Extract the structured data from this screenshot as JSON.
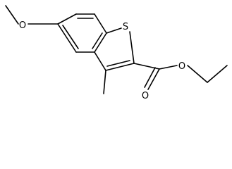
{
  "molecule": {
    "atom_labels": {
      "sulfur": "S",
      "methoxy_oxygen": "O",
      "carbonyl_oxygen": "O",
      "ester_oxygen": "O"
    }
  },
  "colors": {
    "bond": "#000000",
    "label": "#000000",
    "background": "#ffffff"
  }
}
